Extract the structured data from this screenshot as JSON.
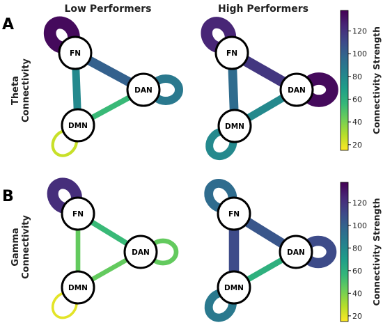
{
  "panels": [
    {
      "letter": "A",
      "row_label_lines": [
        "Theta",
        "Connectivity"
      ]
    },
    {
      "letter": "B",
      "row_label_lines": [
        "Gamma",
        "Connectivity"
      ]
    }
  ],
  "columns": [
    "Low Performers",
    "High Performers"
  ],
  "nodes": [
    "FN",
    "DAN",
    "DMN"
  ],
  "colorbar": {
    "label": "Connectivity Strength",
    "min": 15,
    "max": 138,
    "ticks": [
      20,
      40,
      60,
      80,
      100,
      120
    ],
    "colormap": "viridis",
    "colormap_stops": [
      "#440154",
      "#482878",
      "#3e4989",
      "#31688e",
      "#26828e",
      "#1f9e89",
      "#35b779",
      "#6ece58",
      "#b5de2b",
      "#fde725"
    ]
  },
  "networks": [
    {
      "panel": "A",
      "group": "Low Performers",
      "self": {
        "FN": 135,
        "DAN": 88,
        "DMN": 25
      },
      "edges": {
        "FN-DAN": 100,
        "FN-DMN": 80,
        "DAN-DMN": 55
      }
    },
    {
      "panel": "A",
      "group": "High Performers",
      "self": {
        "FN": 125,
        "DAN": 135,
        "DMN": 80
      },
      "edges": {
        "FN-DAN": 118,
        "FN-DMN": 95,
        "DAN-DMN": 80
      }
    },
    {
      "panel": "B",
      "group": "Low Performers",
      "self": {
        "FN": 122,
        "DAN": 45,
        "DMN": 20
      },
      "edges": {
        "FN-DAN": 55,
        "FN-DMN": 45,
        "DAN-DMN": 45
      }
    },
    {
      "panel": "B",
      "group": "High Performers",
      "self": {
        "FN": 95,
        "DAN": 110,
        "DMN": 88
      },
      "edges": {
        "FN-DAN": 105,
        "FN-DMN": 110,
        "DAN-DMN": 60
      }
    }
  ]
}
